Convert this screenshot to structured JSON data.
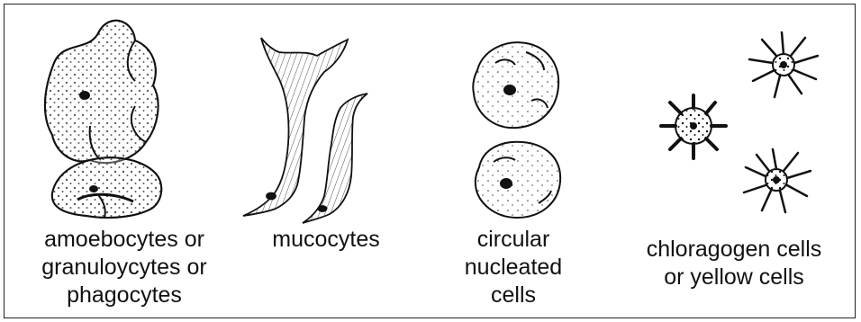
{
  "diagram": {
    "groups": [
      {
        "id": "amoebocytes",
        "lines": [
          "amoebocytes or",
          "granuloycytes or",
          "phagocytes"
        ]
      },
      {
        "id": "mucocytes",
        "lines": [
          "mucocytes"
        ]
      },
      {
        "id": "circular",
        "lines": [
          "circular",
          "nucleated",
          "cells"
        ]
      },
      {
        "id": "chloragogen",
        "lines": [
          "chloragogen cells",
          "or yellow cells"
        ]
      }
    ]
  },
  "colors": {
    "ink": "#111111",
    "border": "#222222",
    "background": "#ffffff"
  }
}
